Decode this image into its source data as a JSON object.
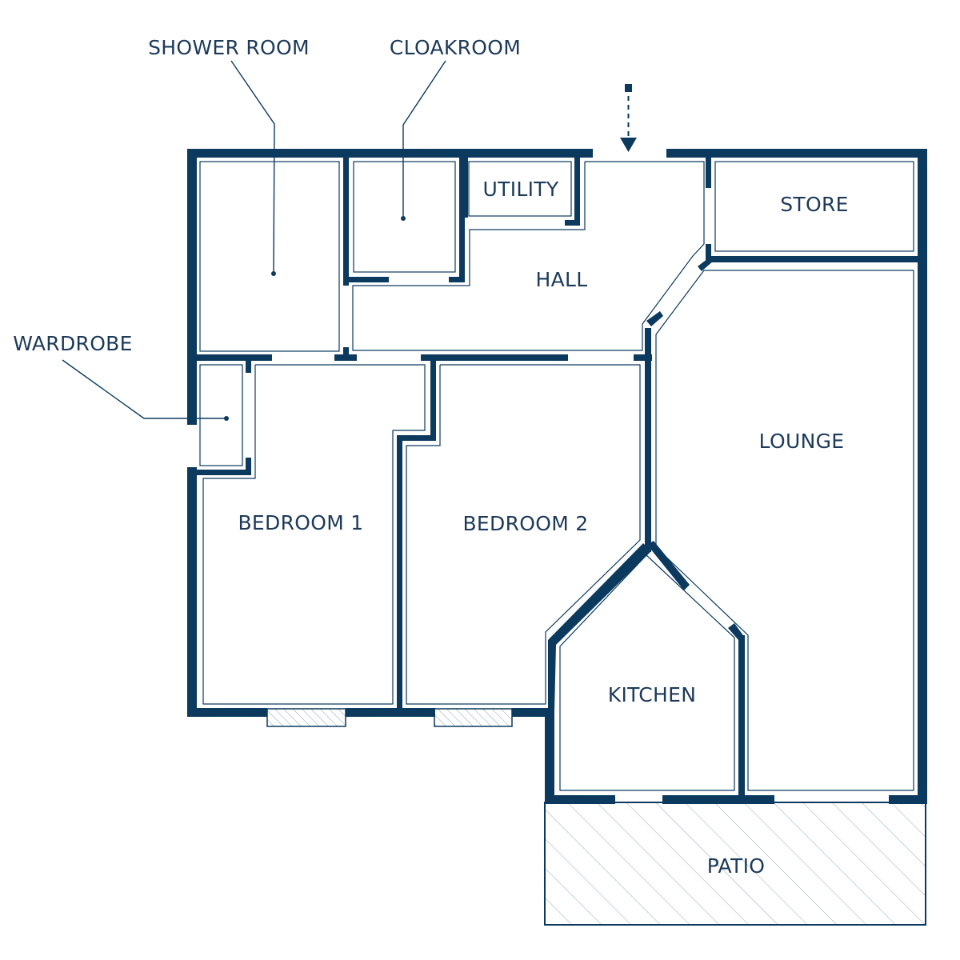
{
  "floorplan": {
    "rooms": {
      "shower_room": "SHOWER ROOM",
      "cloakroom": "CLOAKROOM",
      "utility": "UTILITY",
      "store": "STORE",
      "hall": "HALL",
      "wardrobe": "WARDROBE",
      "lounge": "LOUNGE",
      "bedroom_1": "BEDROOM 1",
      "bedroom_2": "BEDROOM 2",
      "kitchen": "KITCHEN",
      "patio": "PATIO"
    },
    "entrance_marker": "arrow-down-dashed-icon",
    "colors": {
      "wall": "#0b3a5e",
      "label": "#1d3a59",
      "background": "#ffffff"
    }
  }
}
